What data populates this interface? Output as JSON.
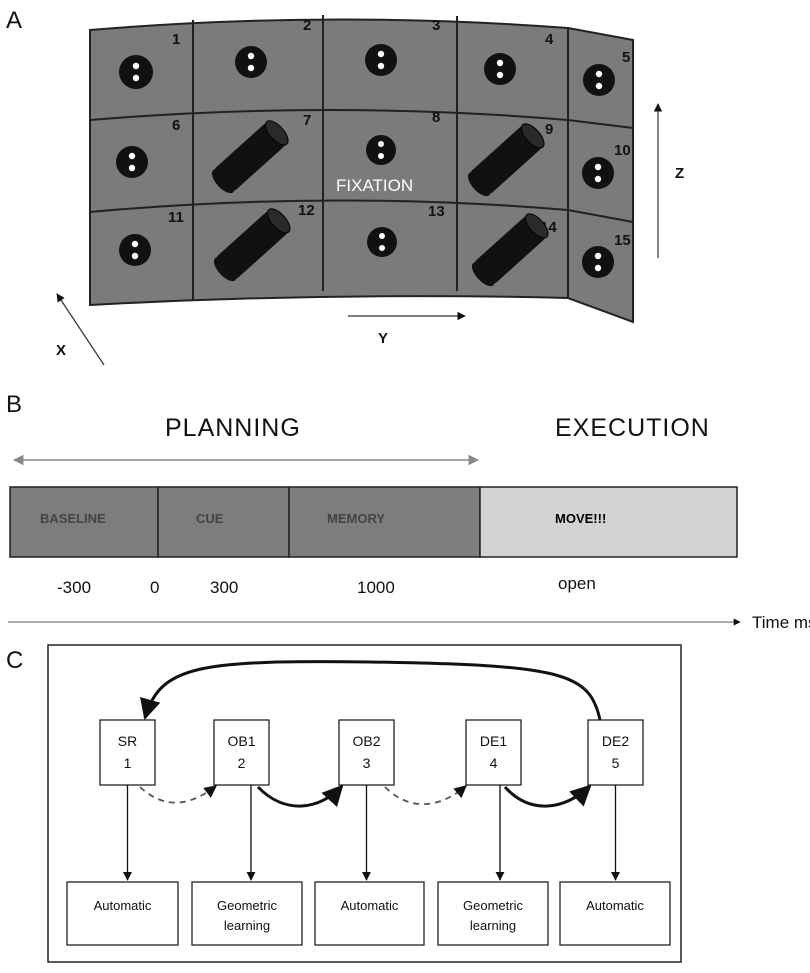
{
  "panel_a": {
    "letter": "A",
    "cell_numbers": [
      "1",
      "2",
      "3",
      "4",
      "5",
      "6",
      "7",
      "8",
      "9",
      "10",
      "11",
      "12",
      "13",
      "14",
      "15"
    ],
    "fixation_label": "FIXATION",
    "axes": {
      "x": "X",
      "y": "Y",
      "z": "Z"
    }
  },
  "panel_b": {
    "letter": "B",
    "planning_label": "PLANNING",
    "execution_label": "EXECUTION",
    "segments": [
      {
        "label": "BASELINE",
        "color": "#7d7d7d"
      },
      {
        "label": "CUE",
        "color": "#7d7d7d"
      },
      {
        "label": "MEMORY",
        "color": "#7d7d7d"
      },
      {
        "label": "MOVE!!!",
        "color": "#d3d3d3"
      }
    ],
    "ticks": [
      "-300",
      "0",
      "300",
      "1000",
      "open"
    ],
    "time_label": "Time ms"
  },
  "panel_c": {
    "letter": "C",
    "nodes": [
      {
        "name": "SR",
        "num": "1"
      },
      {
        "name": "OB1",
        "num": "2"
      },
      {
        "name": "OB2",
        "num": "3"
      },
      {
        "name": "DE1",
        "num": "4"
      },
      {
        "name": "DE2",
        "num": "5"
      }
    ],
    "outcomes": [
      {
        "line1": "Automatic",
        "line2": ""
      },
      {
        "line1": "Geometric",
        "line2": "learning"
      },
      {
        "line1": "Automatic",
        "line2": ""
      },
      {
        "line1": "Geometric",
        "line2": "learning"
      },
      {
        "line1": "Automatic",
        "line2": ""
      }
    ]
  }
}
